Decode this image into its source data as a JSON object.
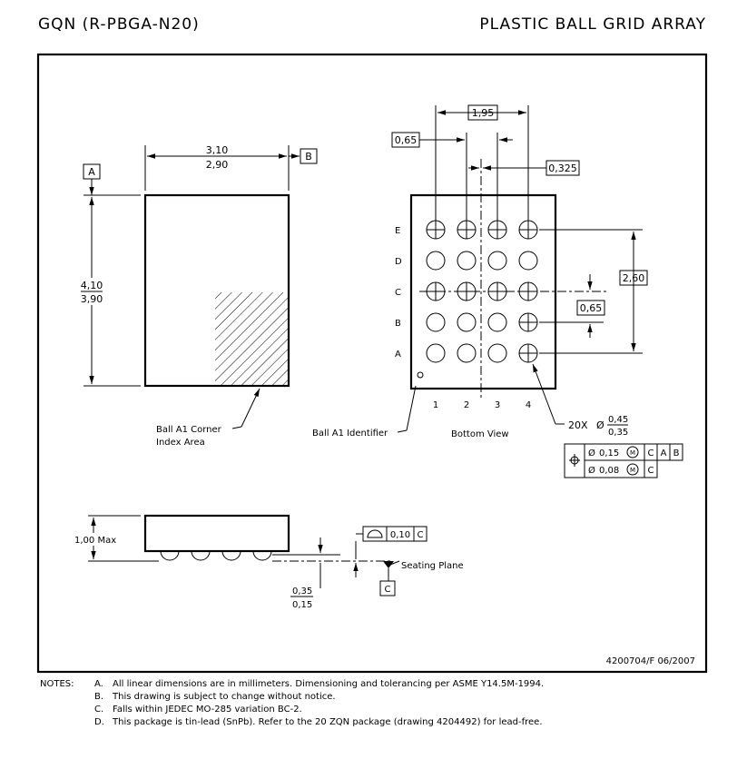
{
  "header": {
    "left_title": "GQN (R-PBGA-N20)",
    "right_title": "PLASTIC BALL GRID ARRAY"
  },
  "top_view": {
    "width_max": "3,10",
    "width_min": "2,90",
    "datum_b": "B",
    "datum_a": "A",
    "height_max": "4,10",
    "height_min": "3,90",
    "corner_label_1": "Ball A1 Corner",
    "corner_label_2": "Index Area"
  },
  "bottom_view": {
    "pitch_span": "1,95",
    "pitch": "0,65",
    "offset": "0,325",
    "row_span": "2,60",
    "row_pitch": "0,65",
    "rows": [
      "E",
      "D",
      "C",
      "B",
      "A"
    ],
    "columns": [
      "1",
      "2",
      "3",
      "4"
    ],
    "identifier_label": "Ball A1 Identifier",
    "view_label": "Bottom View",
    "ball_count": "20X",
    "ball_dia_max": "0,45",
    "ball_dia_min": "0,35",
    "fcf": {
      "row1_tol": "0,15",
      "row1_datums": [
        "C",
        "A",
        "B"
      ],
      "row2_tol": "0,08",
      "row2_datums": [
        "C"
      ],
      "modifier": "M"
    }
  },
  "side_view": {
    "height_label": "1,00 Max",
    "flatness": "0,10",
    "flatness_datum": "C",
    "seating_plane": "Seating Plane",
    "datum_c": "C",
    "standoff_max": "0,35",
    "standoff_min": "0,15"
  },
  "drawing_number": "4200704/F  06/2007",
  "notes": {
    "label": "NOTES:",
    "items": [
      {
        "letter": "A.",
        "text": "All linear dimensions are in millimeters.  Dimensioning and tolerancing per ASME Y14.5M-1994."
      },
      {
        "letter": "B.",
        "text": "This drawing is subject to change without notice."
      },
      {
        "letter": "C.",
        "text": "Falls within JEDEC MO-285 variation BC-2."
      },
      {
        "letter": "D.",
        "text": "This package is tin-lead (SnPb).  Refer to the 20 ZQN package (drawing 4204492) for lead-free."
      }
    ]
  }
}
